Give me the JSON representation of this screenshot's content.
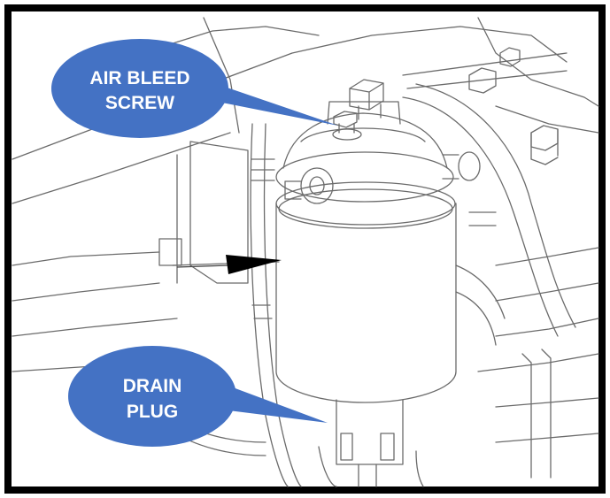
{
  "diagram": {
    "callouts": [
      {
        "id": "air-bleed-screw",
        "lines": [
          "AIR BLEED",
          "SCREW"
        ],
        "color": "#4472c4"
      },
      {
        "id": "drain-plug",
        "lines": [
          "DRAIN",
          "PLUG"
        ],
        "color": "#4472c4"
      }
    ],
    "colors": {
      "border": "#000000",
      "line": "#5a5a5a",
      "accent": "#4472c4",
      "background": "#ffffff"
    }
  }
}
